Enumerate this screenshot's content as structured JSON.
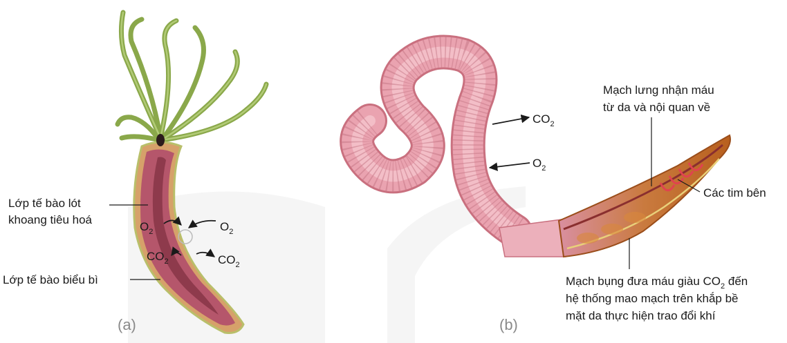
{
  "panel_a": {
    "label": "(a)",
    "inner_layer_line1": "Lớp tế bào lót",
    "inner_layer_line2": "khoang tiêu hoá",
    "outer_layer": "Lớp tế bào biểu bì",
    "o2_in": {
      "main": "O",
      "sub": "2"
    },
    "o2_out": {
      "main": "O",
      "sub": "2"
    },
    "co2_in": {
      "main": "CO",
      "sub": "2"
    },
    "co2_out": {
      "main": "CO",
      "sub": "2"
    }
  },
  "panel_b": {
    "label": "(b)",
    "co2": {
      "main": "CO",
      "sub": "2"
    },
    "o2": {
      "main": "O",
      "sub": "2"
    },
    "dorsal_line1": "Mạch lưng nhận máu",
    "dorsal_line2": "từ da và nội quan về",
    "hearts": "Các tim bên",
    "ventral_line1_a": "Mạch bụng đưa máu giàu CO",
    "ventral_line1_sub": "2",
    "ventral_line1_b": " đến",
    "ventral_line2": "hệ thống mao mạch trên khắp bề",
    "ventral_line3": "mặt da thực hiện trao đổi khí"
  }
}
